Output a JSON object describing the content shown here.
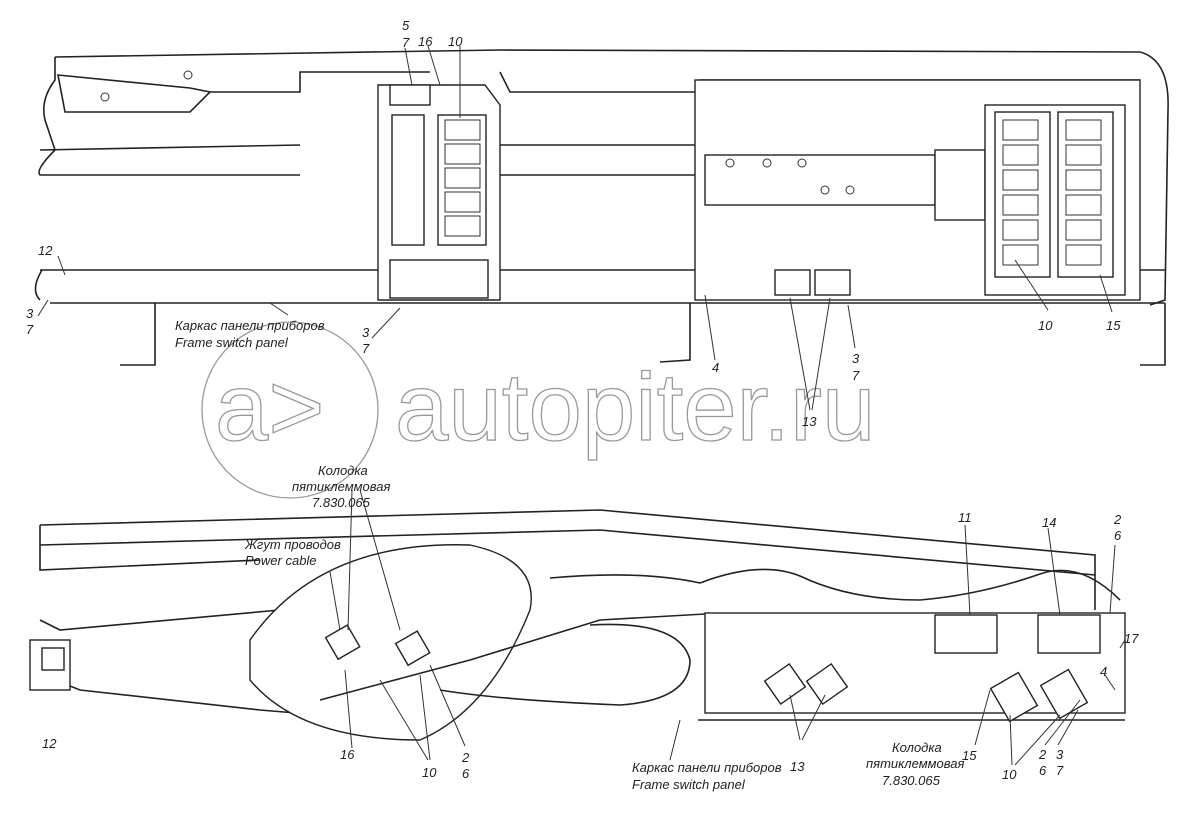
{
  "watermark": {
    "logo": "a>",
    "text": "autopiter.ru"
  },
  "top_view": {
    "callouts": {
      "c5": "5",
      "c7a": "7",
      "c16": "16",
      "c10a": "10",
      "c12": "12",
      "c3a": "3",
      "c7b": "7",
      "c3b": "3",
      "c7c": "7",
      "c4": "4",
      "c3c": "3",
      "c7d": "7",
      "c13": "13",
      "c10b": "10",
      "c15": "15"
    },
    "frame_label_ru": "Каркас панели приборов",
    "frame_label_en": "Frame switch panel"
  },
  "bottom_view": {
    "block_label": [
      "Колодка",
      "пятиклеммовая",
      "7.830.065"
    ],
    "cable_label_ru": "Жгут проводов",
    "cable_label_en": "Power cable",
    "frame_label_ru": "Каркас панели приборов",
    "frame_label_en": "Frame switch panel",
    "block_label_2": [
      "Колодка",
      "пятиклеммовая",
      "7.830.065"
    ],
    "callouts": {
      "c12": "12",
      "c16": "16",
      "c10a": "10",
      "c2a": "2",
      "c6a": "6",
      "c13": "13",
      "c15": "15",
      "c10b": "10",
      "c2b": "2",
      "c6b": "6",
      "c3": "3",
      "c7": "7",
      "c11": "11",
      "c14": "14",
      "c2c": "2",
      "c6c": "6",
      "c17": "17",
      "c4": "4"
    }
  }
}
